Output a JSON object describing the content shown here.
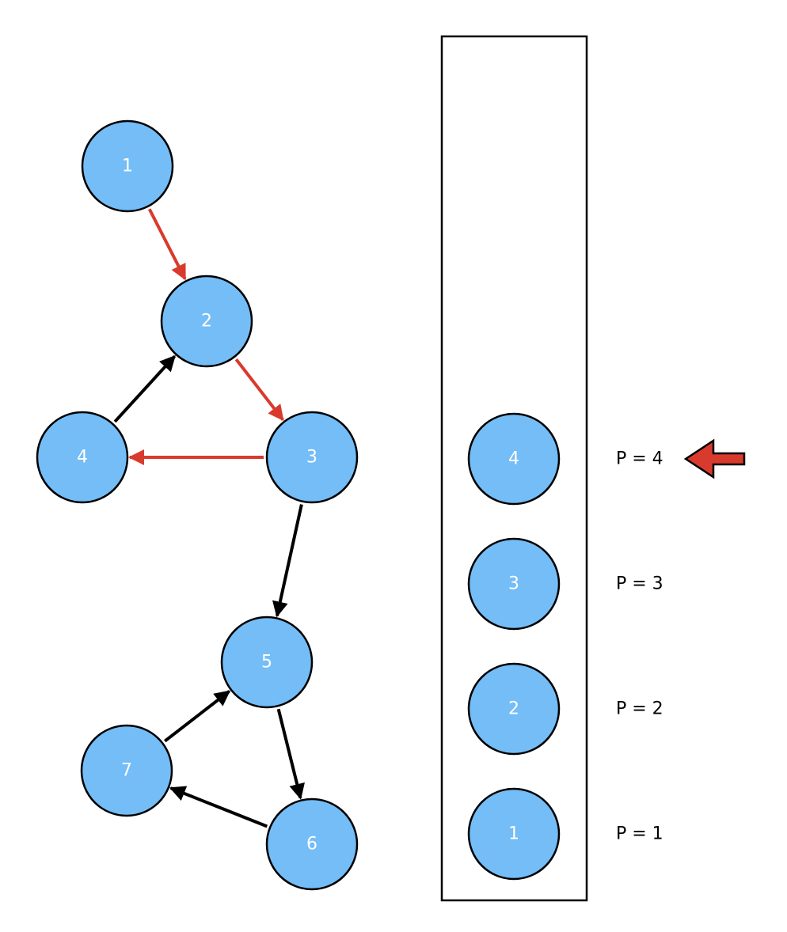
{
  "colors": {
    "node_fill": "#74BDF7",
    "edge_default": "#000000",
    "edge_highlight": "#D83B2D",
    "pointer_fill": "#D83B2D"
  },
  "graph": {
    "nodes": [
      {
        "id": "1",
        "label": "1"
      },
      {
        "id": "2",
        "label": "2"
      },
      {
        "id": "3",
        "label": "3"
      },
      {
        "id": "4",
        "label": "4"
      },
      {
        "id": "5",
        "label": "5"
      },
      {
        "id": "6",
        "label": "6"
      },
      {
        "id": "7",
        "label": "7"
      }
    ],
    "edges": [
      {
        "from": "1",
        "to": "2",
        "highlighted": true
      },
      {
        "from": "2",
        "to": "3",
        "highlighted": true
      },
      {
        "from": "3",
        "to": "4",
        "highlighted": true
      },
      {
        "from": "4",
        "to": "2",
        "highlighted": false
      },
      {
        "from": "3",
        "to": "5",
        "highlighted": false
      },
      {
        "from": "5",
        "to": "6",
        "highlighted": false
      },
      {
        "from": "6",
        "to": "7",
        "highlighted": false
      },
      {
        "from": "7",
        "to": "5",
        "highlighted": false
      }
    ]
  },
  "stack": {
    "items": [
      {
        "node": "1",
        "priority_label": "P = 1"
      },
      {
        "node": "2",
        "priority_label": "P = 2"
      },
      {
        "node": "3",
        "priority_label": "P = 3"
      },
      {
        "node": "4",
        "priority_label": "P = 4"
      }
    ],
    "pointer_at": "4",
    "pointer_icon": "left-arrow-icon"
  }
}
